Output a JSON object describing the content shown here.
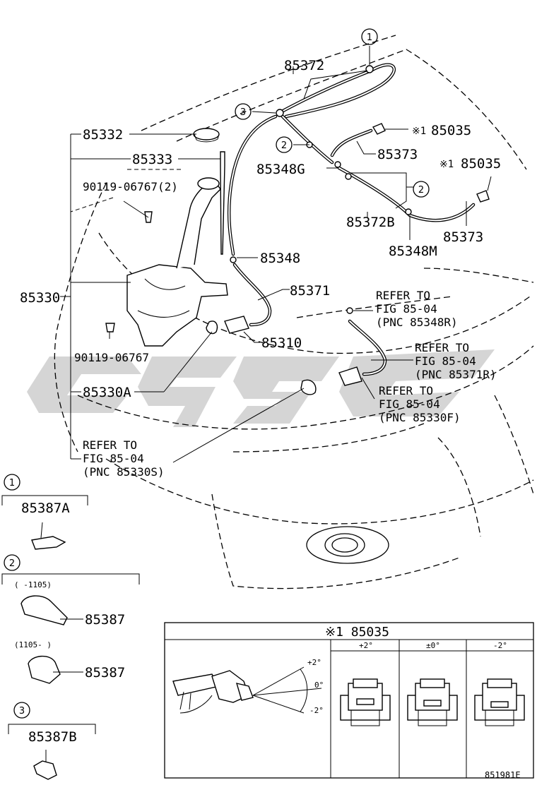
{
  "labels": {
    "p85372": "85372",
    "p85332": "85332",
    "p85333": "85333",
    "p85035a": "85035",
    "p85035b": "85035",
    "p85373a": "85373",
    "p85373b": "85373",
    "p85348g": "85348G",
    "p90119_2": "90119-06767(2)",
    "p85372b": "85372B",
    "p85348m": "85348M",
    "p85348": "85348",
    "p85371": "85371",
    "p85330": "85330",
    "p85310": "85310",
    "p90119": "90119-06767",
    "p85330a": "85330A",
    "mark1": "※1",
    "mark2": "※1"
  },
  "callouts": {
    "c1": "1",
    "c2": "2",
    "c3": "3"
  },
  "refs": {
    "r1": [
      "REFER TO",
      "FIG 85-04",
      "(PNC 85348R)"
    ],
    "r2": [
      "REFER TO",
      "FIG 85-04",
      "(PNC 85371R)"
    ],
    "r3": [
      "REFER TO",
      "FIG 85-04",
      "(PNC 85330F)"
    ],
    "r4": [
      "REFER TO",
      "FIG 85-04",
      "(PNC 85330S)"
    ]
  },
  "legend": {
    "g1_num": "1",
    "g1_part": "85387A",
    "g2_num": "2",
    "g2_range1": "(     -1105)",
    "g2_part1": "85387",
    "g2_range2": "(1105-     )",
    "g2_part2": "85387",
    "g3_num": "3",
    "g3_part": "85387B"
  },
  "detail": {
    "title": "※1 85035",
    "col1": "+2°",
    "col2": "±0°",
    "col3": "-2°",
    "angle_plus": "+2°",
    "angle_zero": "0°",
    "angle_minus": "-2°"
  },
  "figure_code": "851981E"
}
